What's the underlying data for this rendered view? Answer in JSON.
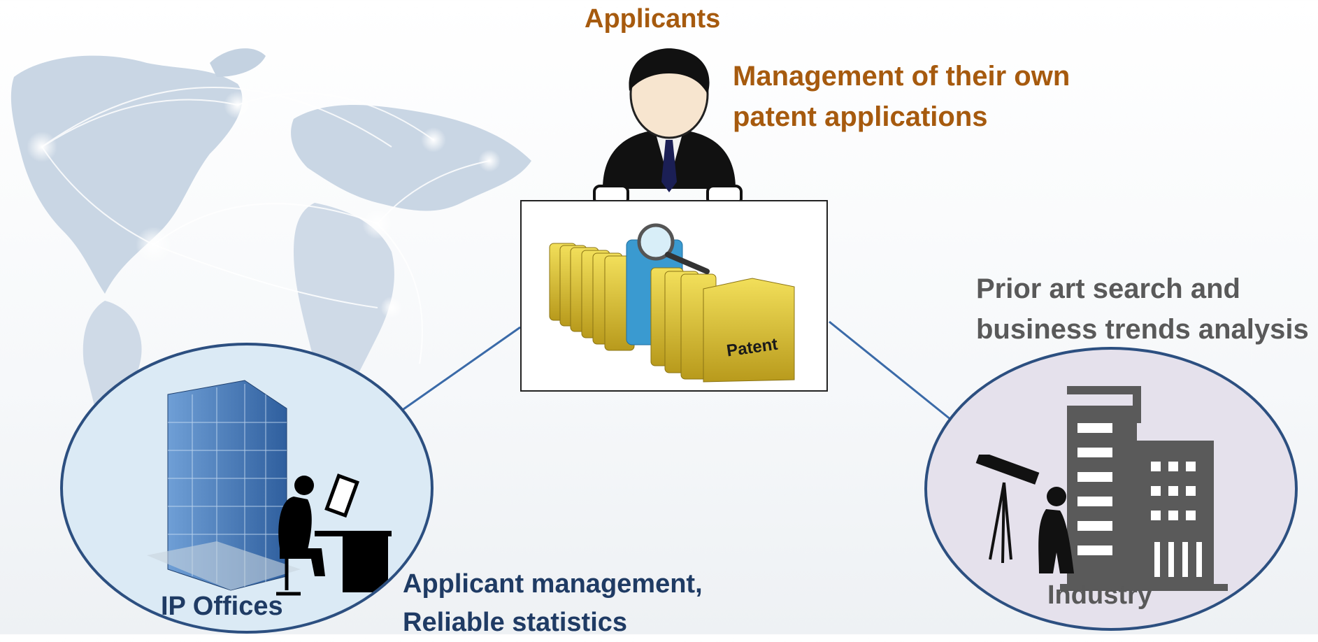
{
  "applicants": {
    "title": "Applicants",
    "description_line1": "Management of their own",
    "description_line2": "patent applications",
    "color": "#a65a0e"
  },
  "center_image": {
    "folder_label": "Patent"
  },
  "ip_offices": {
    "label": "IP Offices",
    "description_line1": "Applicant management,",
    "description_line2": "Reliable statistics",
    "color": "#1f3b64"
  },
  "industry": {
    "label": "Industry",
    "description_line1": "Prior art search and",
    "description_line2": "business trends analysis",
    "color": "#595959"
  },
  "icons": [
    "world-map-icon",
    "businessman-icon",
    "patent-folders-icon",
    "office-building-icon",
    "woman-at-computer-icon",
    "man-with-telescope-icon",
    "industry-building-icon"
  ]
}
